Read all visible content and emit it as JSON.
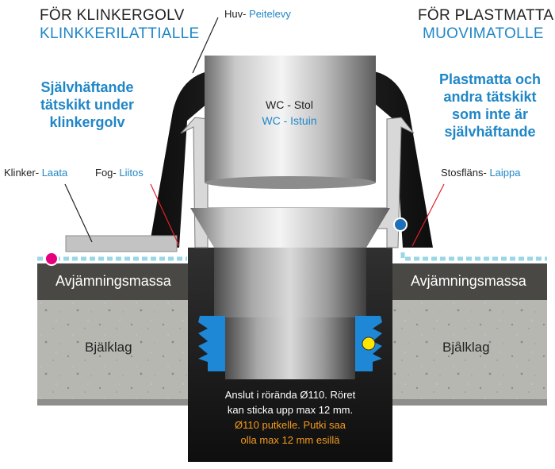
{
  "left_header": {
    "line1": "FÖR KLINKERGOLV",
    "line2": "KLINKKERILATTIALLE"
  },
  "right_header": {
    "line1": "FÖR PLASTMATTA",
    "line2": "MUOVIMATOLLE"
  },
  "cover_label": {
    "sv": "Huv-",
    "fi": "Peitelevy"
  },
  "left_note": [
    "Självhäftande",
    "tätskikt under",
    "klinkergolv"
  ],
  "right_note": [
    "Plastmatta och",
    "andra tätskikt",
    "som inte är",
    "självhäftande"
  ],
  "wc_label": {
    "sv": "WC - Stol",
    "fi": "WC - Istuin"
  },
  "tile_label": {
    "sv": "Klinker-",
    "fi": "Laata"
  },
  "joint_label": {
    "sv": "Fog-",
    "fi": "Liitos"
  },
  "flange_label": {
    "sv": "Stosfläns-",
    "fi": "Laippa"
  },
  "screed_left": "Avjämningsmassa",
  "screed_right": "Avjämningsmassa",
  "joist_left": "Bjälklag",
  "joist_right": "Bjälklag",
  "pipe_note": {
    "sv1": "Anslut i rörända Ø110. Röret",
    "sv2": "kan sticka upp max 12 mm.",
    "fi1": "Ø110 putkelle. Putki saa",
    "fi2": "olla max 12 mm esillä"
  },
  "colors": {
    "accent_blue": "#1f86c7",
    "accent_orange": "#f39a1e",
    "magenta_marker": "#e6007e",
    "blue_marker": "#1d6fb8",
    "yellow_marker": "#ffe600",
    "seal_blue": "#1e88d6"
  }
}
